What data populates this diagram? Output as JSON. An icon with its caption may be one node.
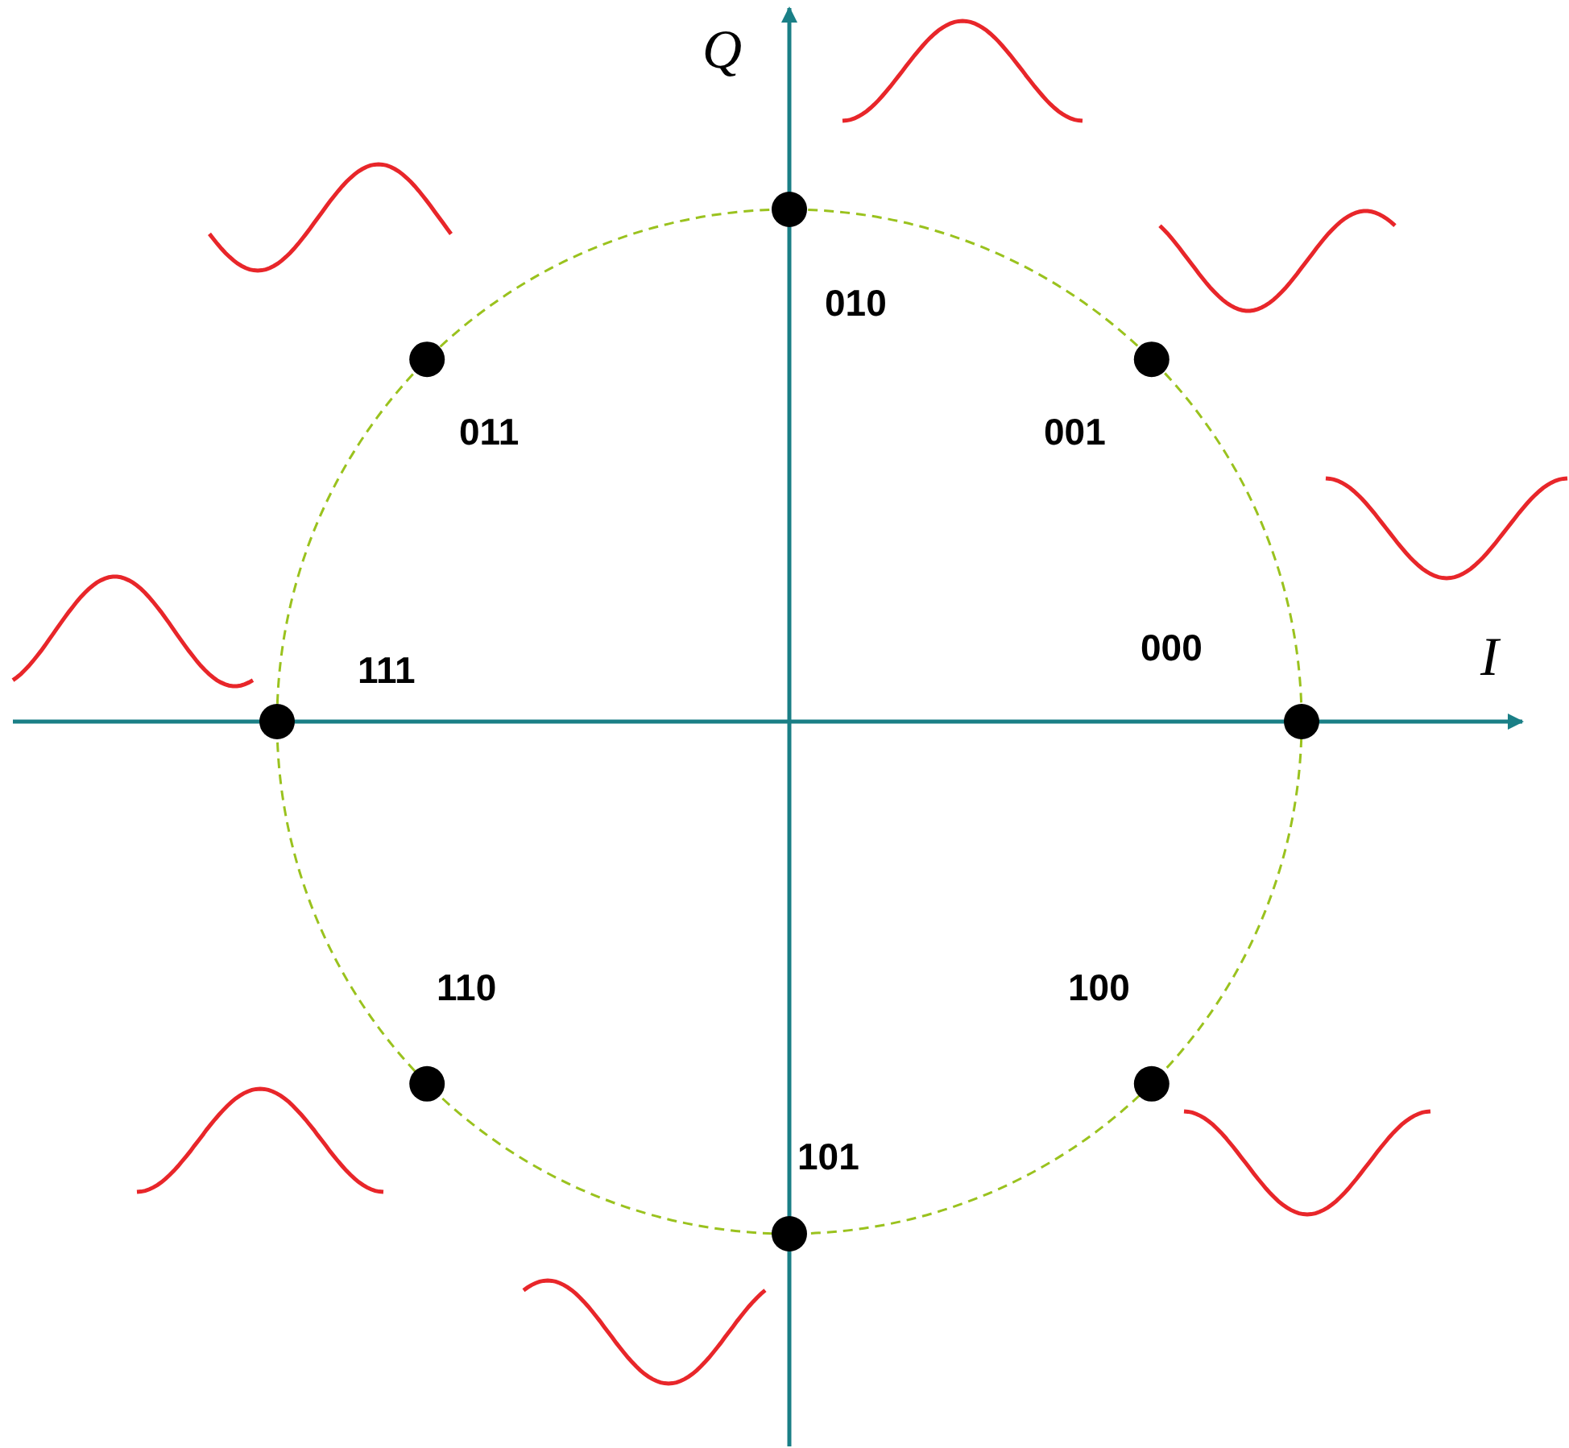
{
  "diagram": {
    "labels": [
      "Q",
      "010",
      "011",
      "001",
      "000",
      "I",
      "111",
      "110",
      "100",
      "101"
    ]
  }
}
